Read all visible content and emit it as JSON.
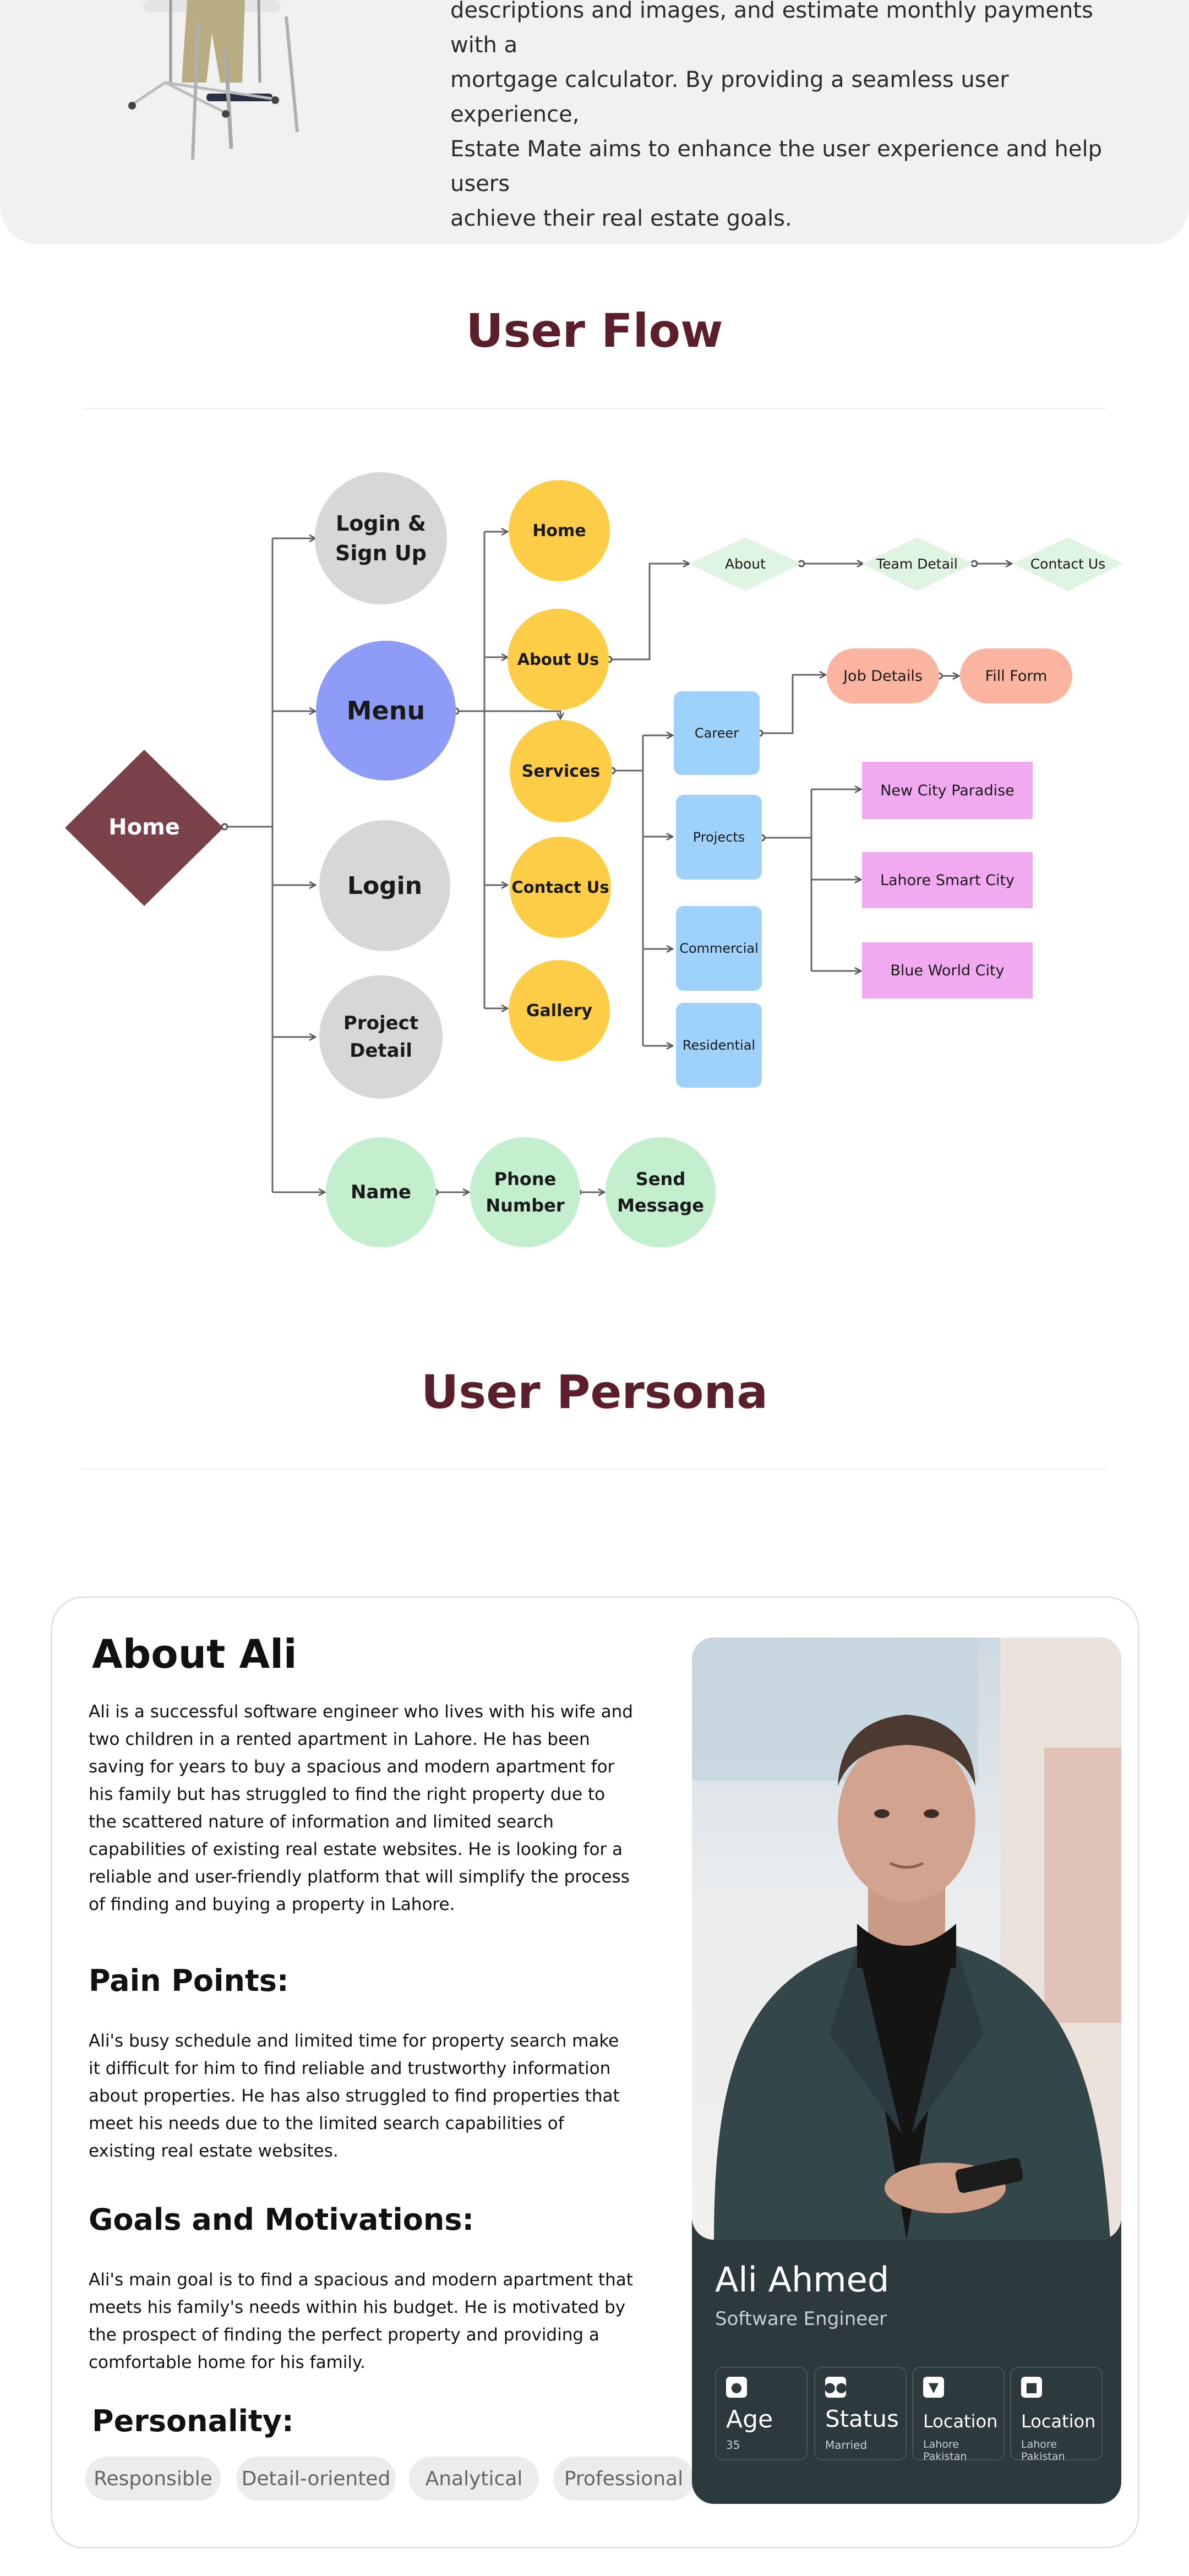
{
  "intro": {
    "lines": [
      "descriptions and images, and estimate monthly payments with a",
      "mortgage calculator. By providing a seamless user experience,",
      "Estate Mate aims to enhance the user experience and help users",
      "achieve their real estate goals."
    ]
  },
  "user_flow": {
    "title": "User Flow",
    "home": "Home",
    "login_signup": [
      "Login &",
      "Sign Up"
    ],
    "menu": "Menu",
    "login": "Login",
    "project_detail": [
      "Project",
      "Detail"
    ],
    "name": "Name",
    "phone_number": [
      "Phone",
      "Number"
    ],
    "send_message": [
      "Send",
      "Message"
    ],
    "menu_items": [
      "Home",
      "About Us",
      "Services",
      "Contact Us",
      "Gallery"
    ],
    "about_chain": [
      "About",
      "Team Detail",
      "Contact Us"
    ],
    "services_items": [
      "Career",
      "Projects",
      "Commercial",
      "Residential"
    ],
    "career_chain": [
      "Job Details",
      "Fill Form"
    ],
    "projects_items": [
      "New City Paradise",
      "Lahore Smart City",
      "Blue World City"
    ]
  },
  "user_persona": {
    "title": "User Persona",
    "about_heading": "About Ali",
    "about_text": "Ali is a successful software engineer who lives with his wife and two children in a rented apartment in Lahore. He has been saving for years to buy a spacious and modern apartment for his family but has struggled to find the right property due to the scattered nature of information and limited search capabilities of existing real estate websites. He is looking for a reliable and user-friendly platform that will simplify the process of finding and buying a property in Lahore.",
    "pain_heading": "Pain Points:",
    "pain_text": "Ali's busy schedule and limited time for property search make it difficult for him to find reliable and trustworthy information about properties. He has also struggled to find properties that meet his needs due to the limited search capabilities of existing real estate websites.",
    "goals_heading": "Goals and Motivations:",
    "goals_text": "Ali's main goal is to find a spacious and modern apartment that meets his family's needs within his budget. He is motivated by the prospect of finding the perfect property and providing a comfortable home for his family.",
    "personality_heading": "Personality:",
    "traits": [
      "Responsible",
      "Detail-oriented",
      "Analytical",
      "Professional"
    ],
    "profile": {
      "name": "Ali Ahmed",
      "role": "Software Engineer",
      "stats": [
        {
          "label": "Age",
          "value": "35",
          "icon": "person-icon"
        },
        {
          "label": "Status",
          "value": "Married",
          "icon": "group-icon"
        },
        {
          "label": "Location",
          "value": "Lahore Pakistan",
          "icon": "location-pin-icon"
        },
        {
          "label": "Location",
          "value": "Lahore Pakistan",
          "icon": "briefcase-icon"
        }
      ]
    }
  },
  "colors": {
    "title": "#5a1f2b",
    "home_diamond": "#7b4148",
    "menu": "#8e9cf7",
    "yellow": "#fdcd48",
    "blue": "#9ed2fb",
    "pink": "#f1aaef",
    "salmon": "#fbb49f",
    "green": "#c3efcf",
    "profile_bg": "#2c3a3d"
  }
}
